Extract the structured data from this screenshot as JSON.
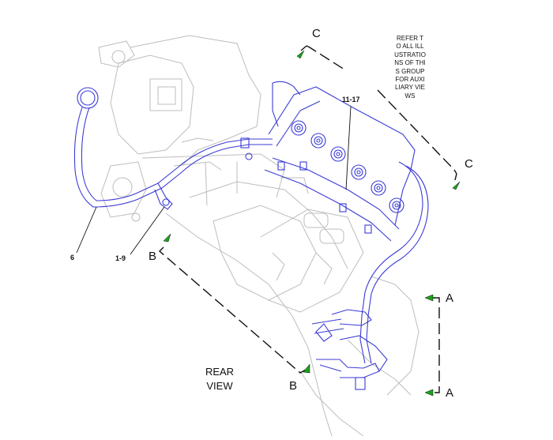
{
  "diagram": {
    "note_text": "REFER TO ALL ILLUSTRATIONS OF THIS GROUP FOR AUXILIARY VIEWS",
    "view_label_line1": "REAR",
    "view_label_line2": "VIEW",
    "section_labels": {
      "c_top": "C",
      "c_right": "C",
      "b_left": "B",
      "b_bottom": "B",
      "a_top": "A",
      "a_bottom": "A"
    },
    "callouts": {
      "hose": "6",
      "clamp": "1-9",
      "injectors": "11-17"
    },
    "colors": {
      "highlight": "#3b3bd6",
      "background_parts": "#b8b8b8",
      "arrow": "#1aa31a",
      "lines": "#111111"
    }
  }
}
